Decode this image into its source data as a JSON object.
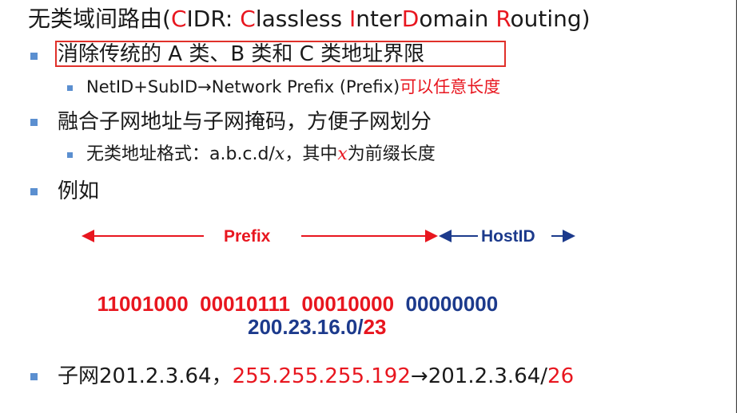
{
  "title": {
    "cn": "无类域间路由(",
    "c1": "C",
    "c1r": "IDR: ",
    "c2": "C",
    "c2r": "lassless ",
    "c3": "I",
    "c3r": "nter",
    "c4": "D",
    "c4r": "omain ",
    "c5": "R",
    "c5r": "outing)"
  },
  "bullets": {
    "b1": "消除传统的 A 类、B 类和 C 类地址界限",
    "b1a_text": "NetID+SubID→Network Prefix (Prefix)",
    "b1a_red": "可以任意长度",
    "b2": "融合子网地址与子网掩码，方便子网划分",
    "b2a_pre": "无类地址格式：a.b.c.d/",
    "b2a_x": "x",
    "b2a_mid": "，其中",
    "b2a_x2": "x",
    "b2a_post": "为前缀长度",
    "b3": "例如",
    "b4_pre": "子网201.2.3.64，",
    "b4_mask": "255.255.255.192",
    "b4_arrow": "→201.2.3.64/",
    "b4_len": "26"
  },
  "diagram": {
    "prefix_label": "Prefix",
    "host_label": "HostID",
    "binary_red": "11001000  00010111  00010000",
    "binary_blue": "00000000",
    "addr": "200.23.16.0/",
    "addr_len": "23"
  },
  "colors": {
    "red": "#e8161f",
    "blue": "#1c3a8c",
    "bullet": "#5b8fd0"
  }
}
